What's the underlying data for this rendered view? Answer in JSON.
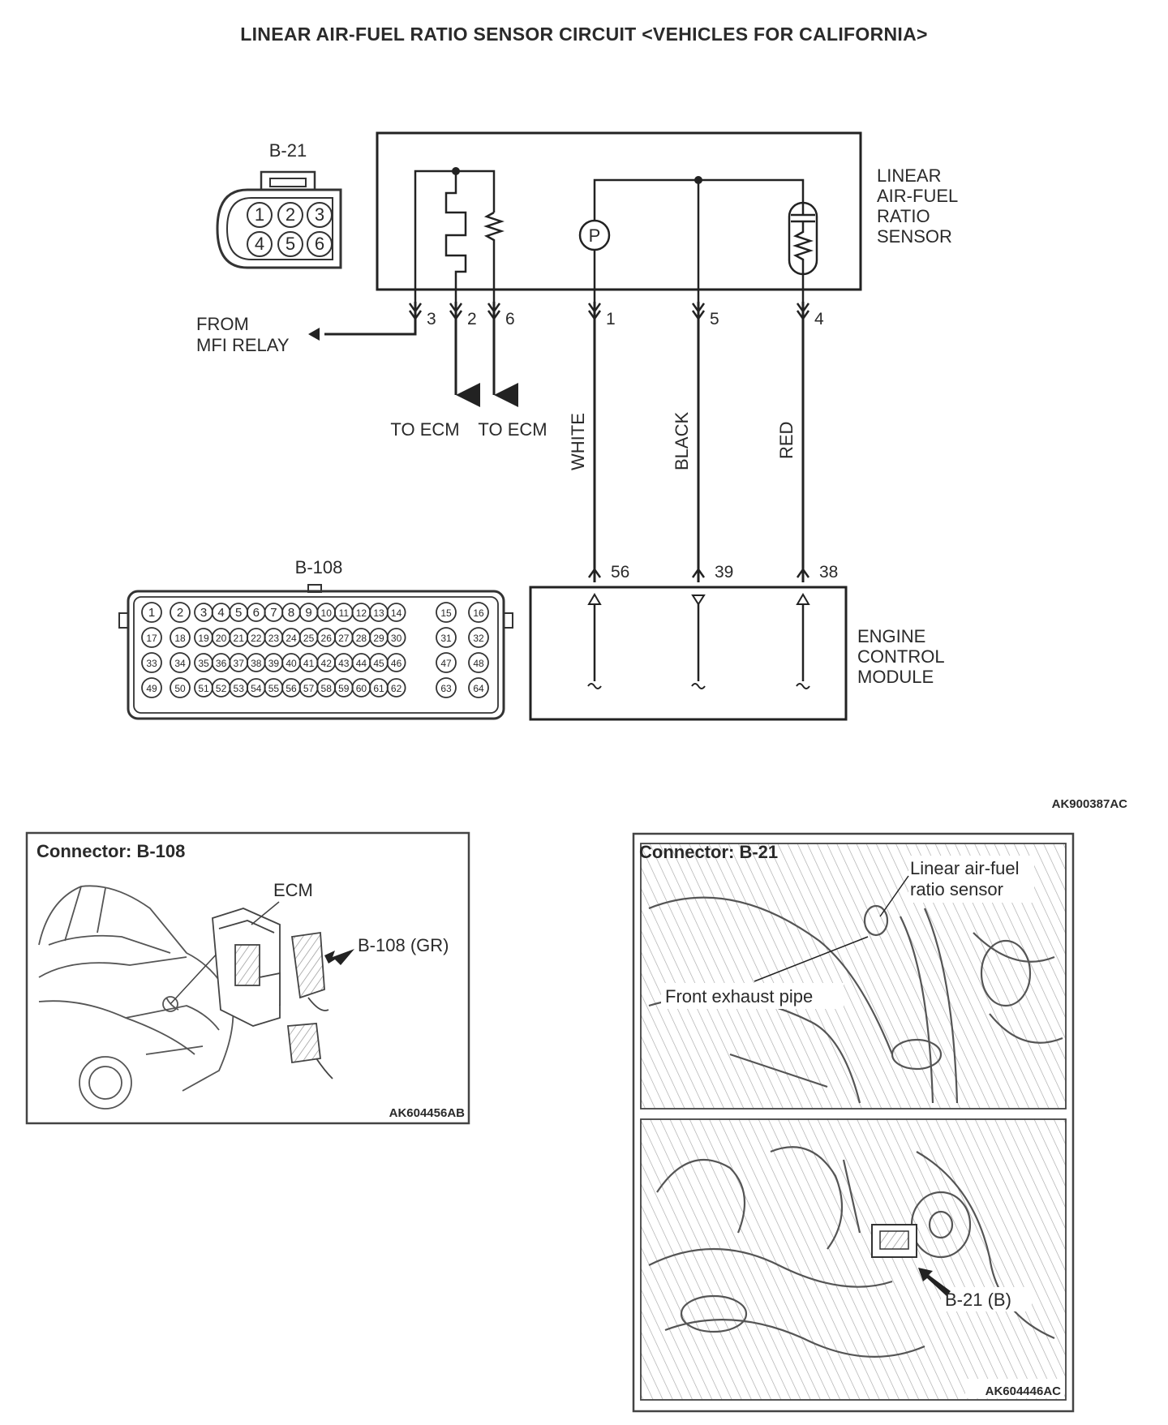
{
  "title": "LINEAR AIR-FUEL RATIO SENSOR CIRCUIT <VEHICLES FOR CALIFORNIA>",
  "diagram_code": "AK900387AC",
  "connector_b21": {
    "label": "B-21",
    "pins_top": [
      "1",
      "2",
      "3"
    ],
    "pins_bottom": [
      "4",
      "5",
      "6"
    ]
  },
  "sensor": {
    "lines": [
      "LINEAR",
      "AIR-FUEL",
      "RATIO",
      "SENSOR"
    ],
    "p_symbol": "P"
  },
  "sensor_pins": [
    "3",
    "2",
    "6",
    "1",
    "5",
    "4"
  ],
  "from_relay": [
    "FROM",
    "MFI RELAY"
  ],
  "to_ecm_1": "TO ECM",
  "to_ecm_2": "TO ECM",
  "wire_colors": [
    "WHITE",
    "BLACK",
    "RED"
  ],
  "ecm_pins": [
    "56",
    "39",
    "38"
  ],
  "connector_b108": {
    "label": "B-108",
    "rows": [
      [
        "1",
        "2",
        "3",
        "4",
        "5",
        "6",
        "7",
        "8",
        "9",
        "10",
        "11",
        "12",
        "13",
        "14",
        "15",
        "16"
      ],
      [
        "17",
        "18",
        "19",
        "20",
        "21",
        "22",
        "23",
        "24",
        "25",
        "26",
        "27",
        "28",
        "29",
        "30",
        "31",
        "32"
      ],
      [
        "33",
        "34",
        "35",
        "36",
        "37",
        "38",
        "39",
        "40",
        "41",
        "42",
        "43",
        "44",
        "45",
        "46",
        "47",
        "48"
      ],
      [
        "49",
        "50",
        "51",
        "52",
        "53",
        "54",
        "55",
        "56",
        "57",
        "58",
        "59",
        "60",
        "61",
        "62",
        "63",
        "64"
      ]
    ]
  },
  "ecm": {
    "lines": [
      "ENGINE",
      "CONTROL",
      "MODULE"
    ]
  },
  "photo_left": {
    "title": "Connector: B-108",
    "ecm_label": "ECM",
    "connector_label": "B-108 (GR)",
    "code": "AK604456AB"
  },
  "photo_right": {
    "title": "Connector: B-21",
    "sensor_label_1": "Linear air-fuel",
    "sensor_label_2": "ratio sensor",
    "pipe_label": "Front exhaust pipe",
    "connector_label": "B-21 (B)",
    "code": "AK604446AC"
  }
}
